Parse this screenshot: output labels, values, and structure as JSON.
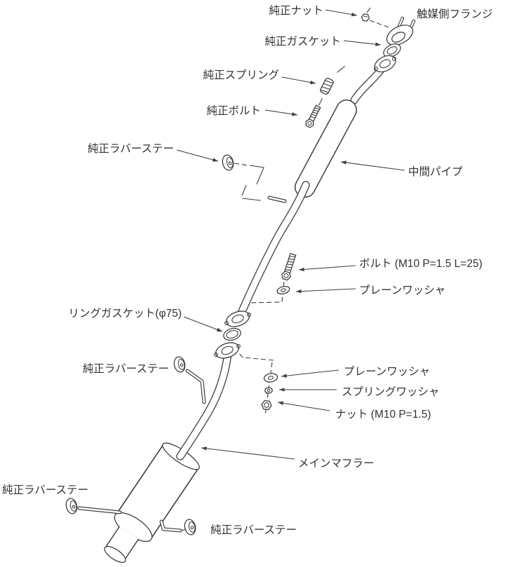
{
  "diagram": {
    "kind": "exhaust-system-exploded-installation-diagram",
    "background": "#ffffff",
    "line_color": "#3f3f3f",
    "text_color": "#333333",
    "labels": {
      "junsei_nut": "純正ナット",
      "catalyst_flange": "触媒側フランジ",
      "junsei_gasket": "純正ガスケット",
      "junsei_spring": "純正スプリング",
      "junsei_bolt": "純正ボルト",
      "rubber_stay_1": "純正ラバーステー",
      "chukan_pipe": "中間パイプ",
      "bolt_m10": "ボルト (M10 P=1.5 L=25)",
      "plain_washer_1": "プレーンワッシャ",
      "ring_gasket": "リングガスケット(φ75)",
      "rubber_stay_2": "純正ラバーステー",
      "plain_washer_2": "プレーンワッシャ",
      "spring_washer": "スプリングワッシャ",
      "nut_m10": "ナット (M10 P=1.5)",
      "main_muffler": "メインマフラー",
      "rubber_stay_3": "純正ラバーステー",
      "rubber_stay_4": "純正ラバーステー"
    }
  }
}
